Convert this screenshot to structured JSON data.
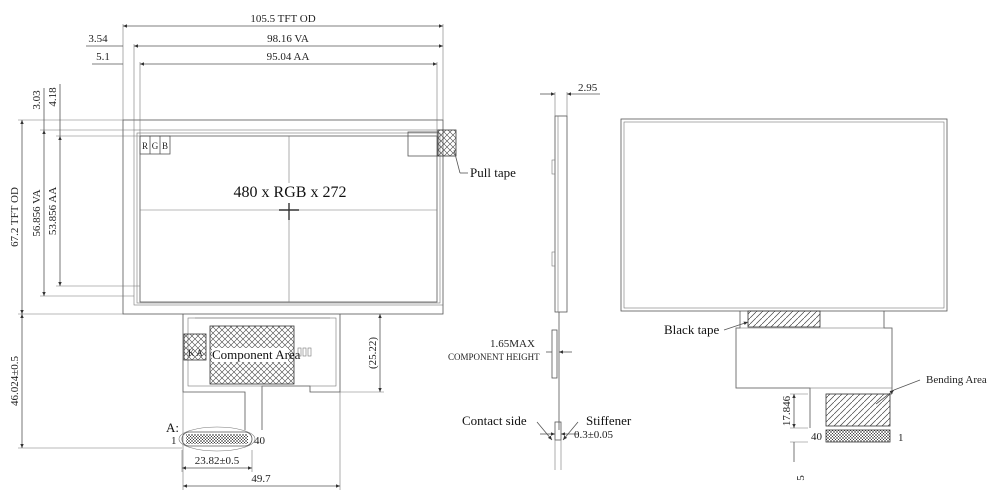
{
  "front_view": {
    "dims": {
      "tft_od_width": "105.5 TFT OD",
      "va_width": "98.16 VA",
      "aa_width": "95.04 AA",
      "left_offset_va": "3.54",
      "left_offset_aa": "5.1",
      "top_offset_va": "3.03",
      "top_offset_aa": "4.18",
      "tft_od_height": "67.2 TFT OD",
      "va_height": "56.856 VA",
      "aa_height": "53.856 AA",
      "fpc_length": "46.024±0.5",
      "fpc_tail": "(25.22)",
      "connector_pitch": "23.82±0.5",
      "fpc_width": "49.7"
    },
    "resolution": "480 x RGB x 272",
    "rgb": {
      "r": "R",
      "g": "G",
      "b": "B"
    },
    "pull_tape": "Pull tape",
    "component_area": "Component Area",
    "ka": "K A",
    "detail_a": "A:",
    "pin_first": "1",
    "pin_last": "40"
  },
  "side_view": {
    "thickness": "2.95",
    "component_height_value": "1.65MAX",
    "component_height_label": "COMPONENT HEIGHT",
    "contact_side": "Contact side",
    "stiffener": "Stiffener",
    "fpc_thickness": "0.3±0.05"
  },
  "back_view": {
    "black_tape": "Black tape",
    "bending_area": "Bending Area",
    "bend_length": "17.846",
    "tail": "5",
    "pin_first": "1",
    "pin_last": "40"
  }
}
